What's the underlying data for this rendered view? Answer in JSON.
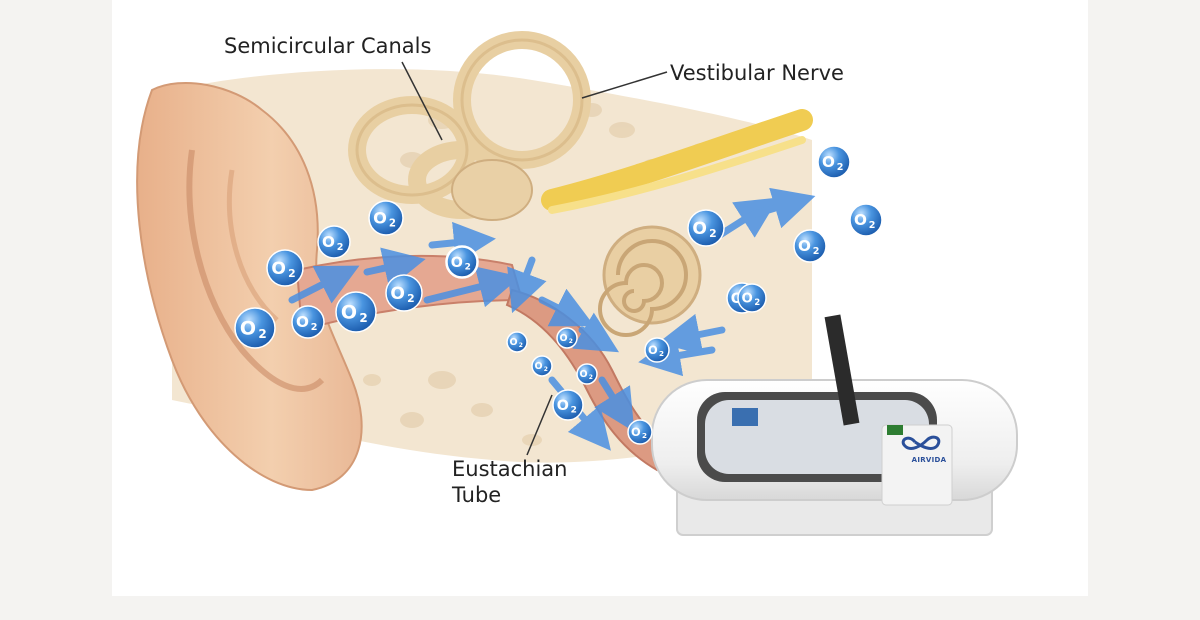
{
  "labels": {
    "semicircular_canals": "Semicircular Canals",
    "vestibular_nerve": "Vestibular Nerve",
    "eustachian_tube_line1": "Eustachian",
    "eustachian_tube_line2": "Tube"
  },
  "chamber": {
    "brand": "AIRVIDA"
  },
  "oxygen_symbol": {
    "main": "O",
    "sub": "2"
  },
  "colors": {
    "oxygen": "#3b86d6",
    "arrow": "#4a90e2",
    "bone": "#efdcc0",
    "skin": "#f0c29a",
    "canal": "#ead2a8",
    "nerve": "#f3d45e",
    "tube": "#d99a80",
    "chamber": "#f5f5f5"
  }
}
